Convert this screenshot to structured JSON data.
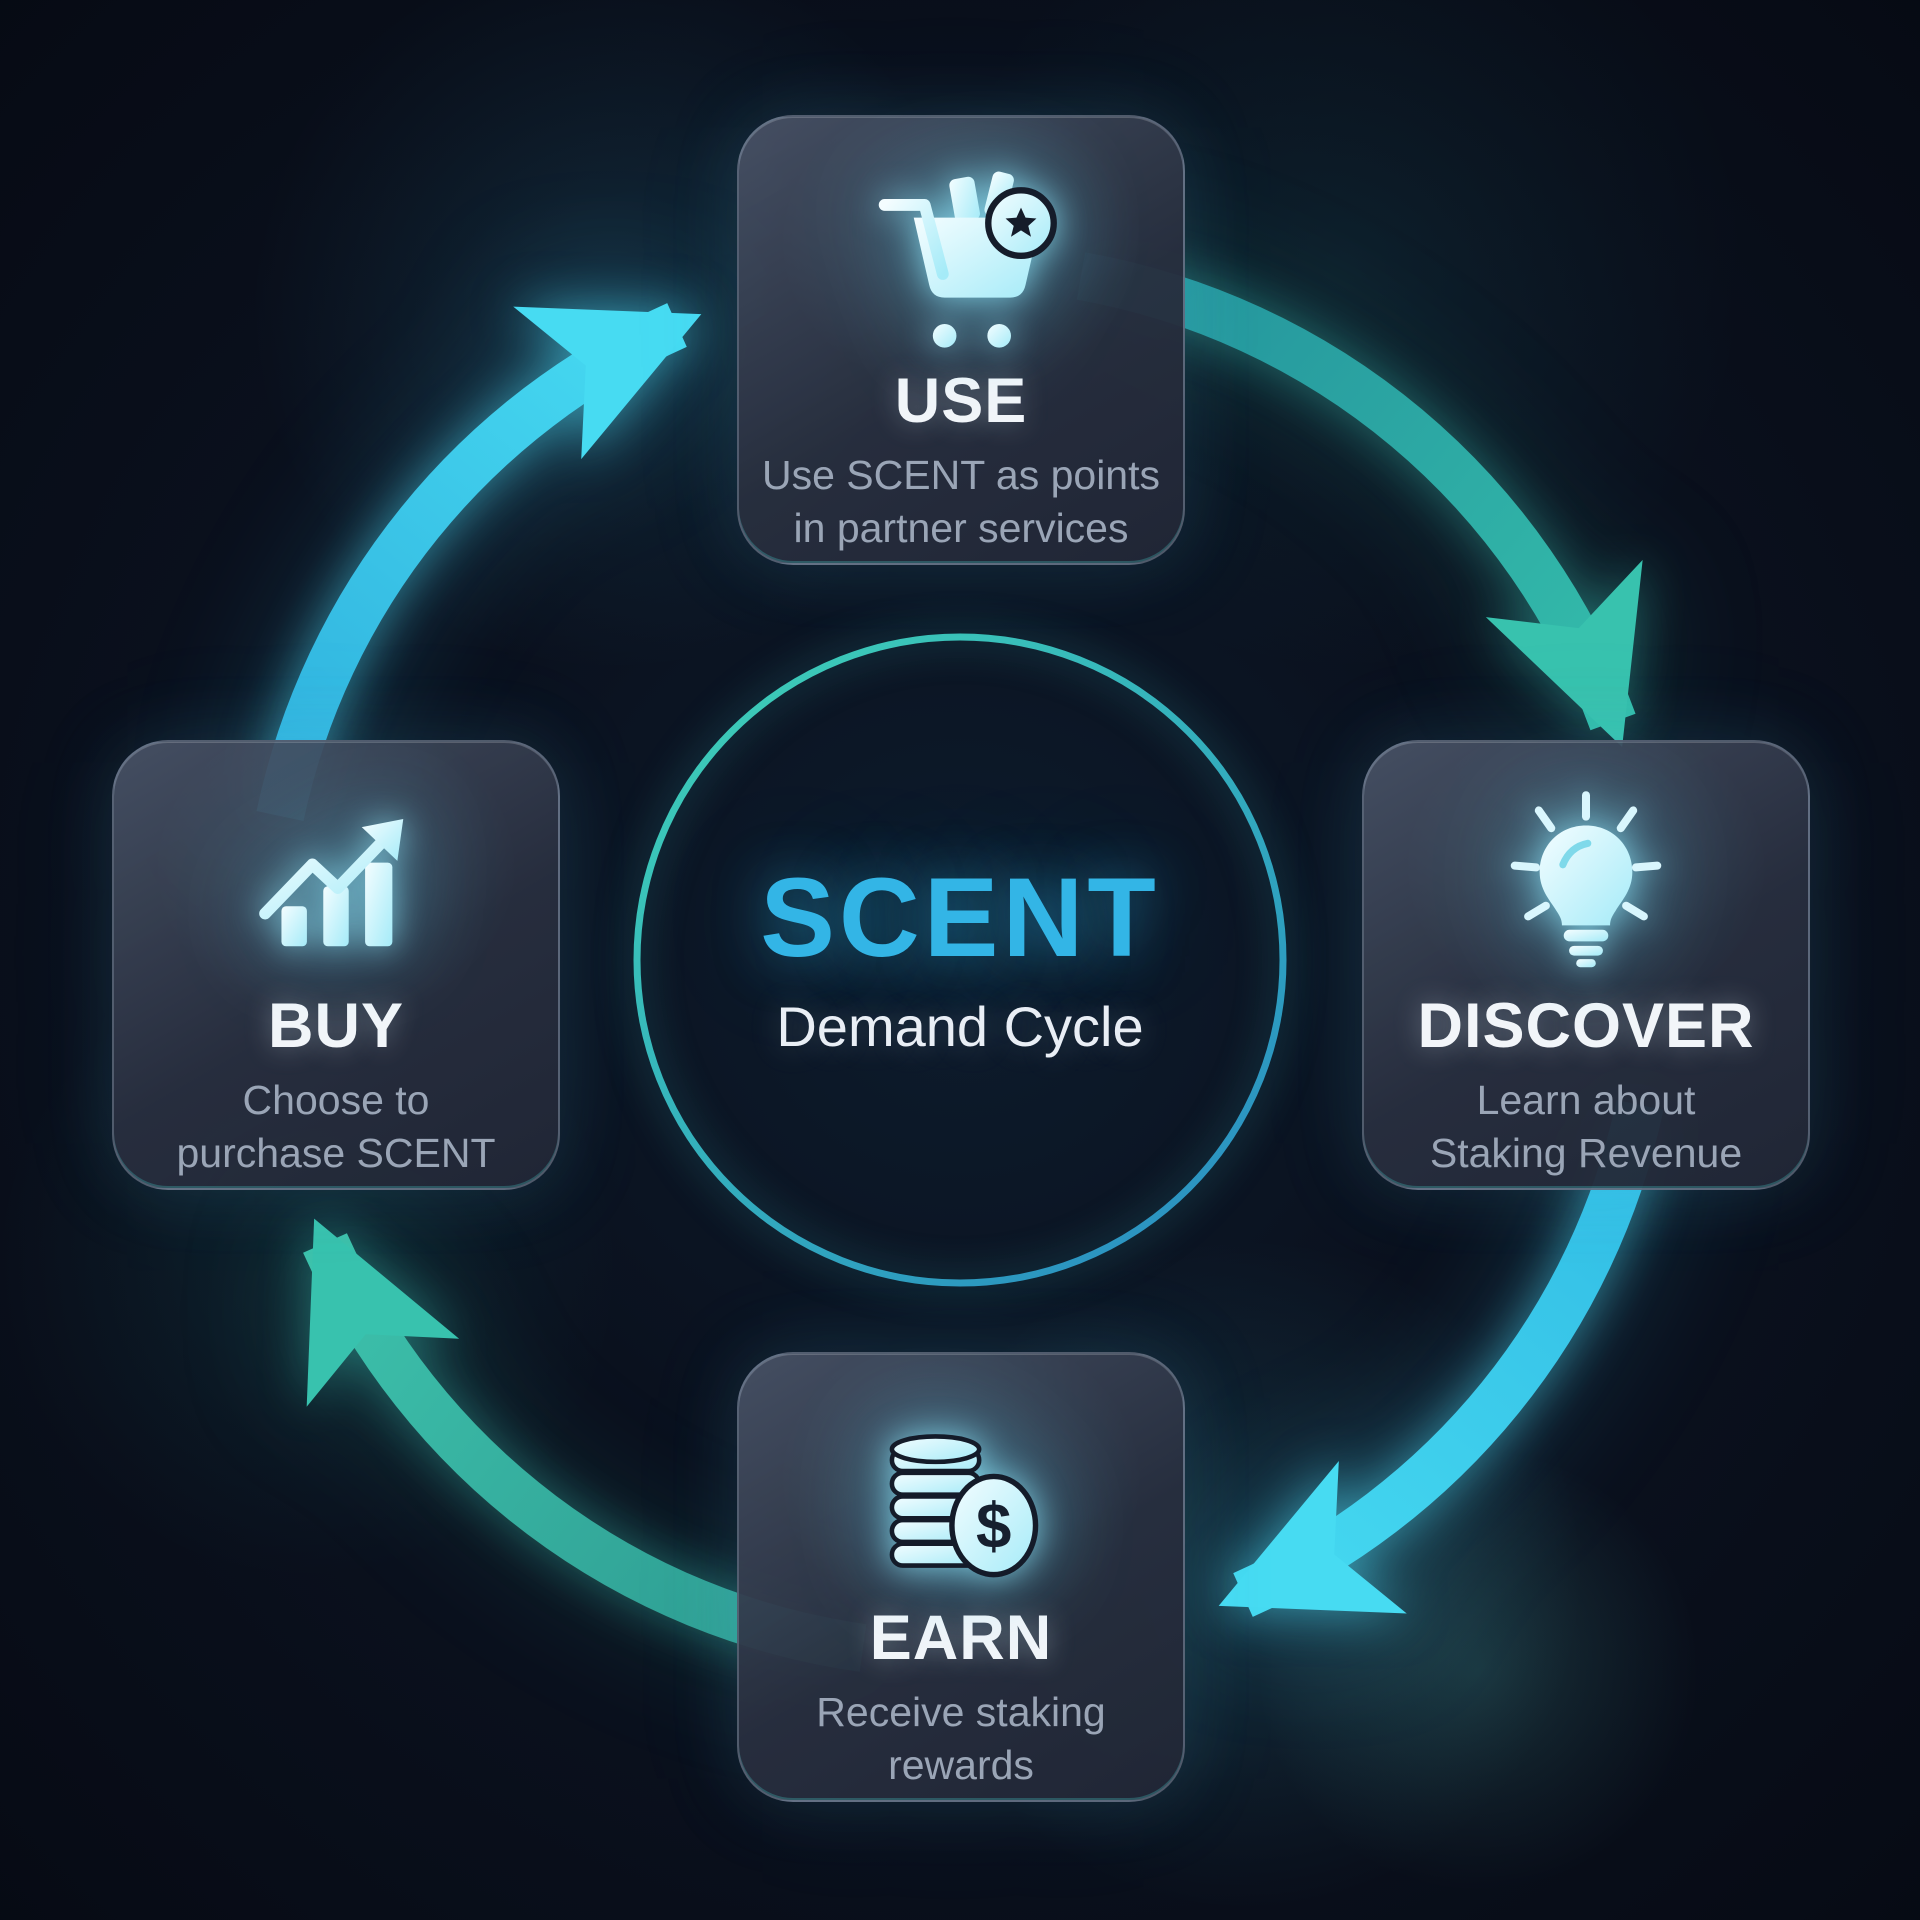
{
  "center": {
    "title": "SCENT",
    "subtitle": "Demand Cycle"
  },
  "steps": [
    {
      "id": "use",
      "label": "USE",
      "description": "Use SCENT as points in partner services",
      "icon": "cart-star-icon"
    },
    {
      "id": "discover",
      "label": "DISCOVER",
      "description": "Learn about Staking Revenue",
      "icon": "lightbulb-icon"
    },
    {
      "id": "earn",
      "label": "EARN",
      "description": "Receive staking rewards",
      "icon": "coins-dollar-icon"
    },
    {
      "id": "buy",
      "label": "BUY",
      "description": "Choose to purchase SCENT",
      "icon": "bar-chart-up-icon"
    }
  ],
  "cycle_direction": "clockwise",
  "colors": {
    "background": "#0a101d",
    "card_surface": "#2b3142",
    "accent_cyan_arrow": "#3fd2ec",
    "accent_teal_arrow": "#2ea89c",
    "scent_blue": "#33b5e6",
    "title_white": "#f2f5f9",
    "subtitle_gray": "#9aa5b6"
  }
}
